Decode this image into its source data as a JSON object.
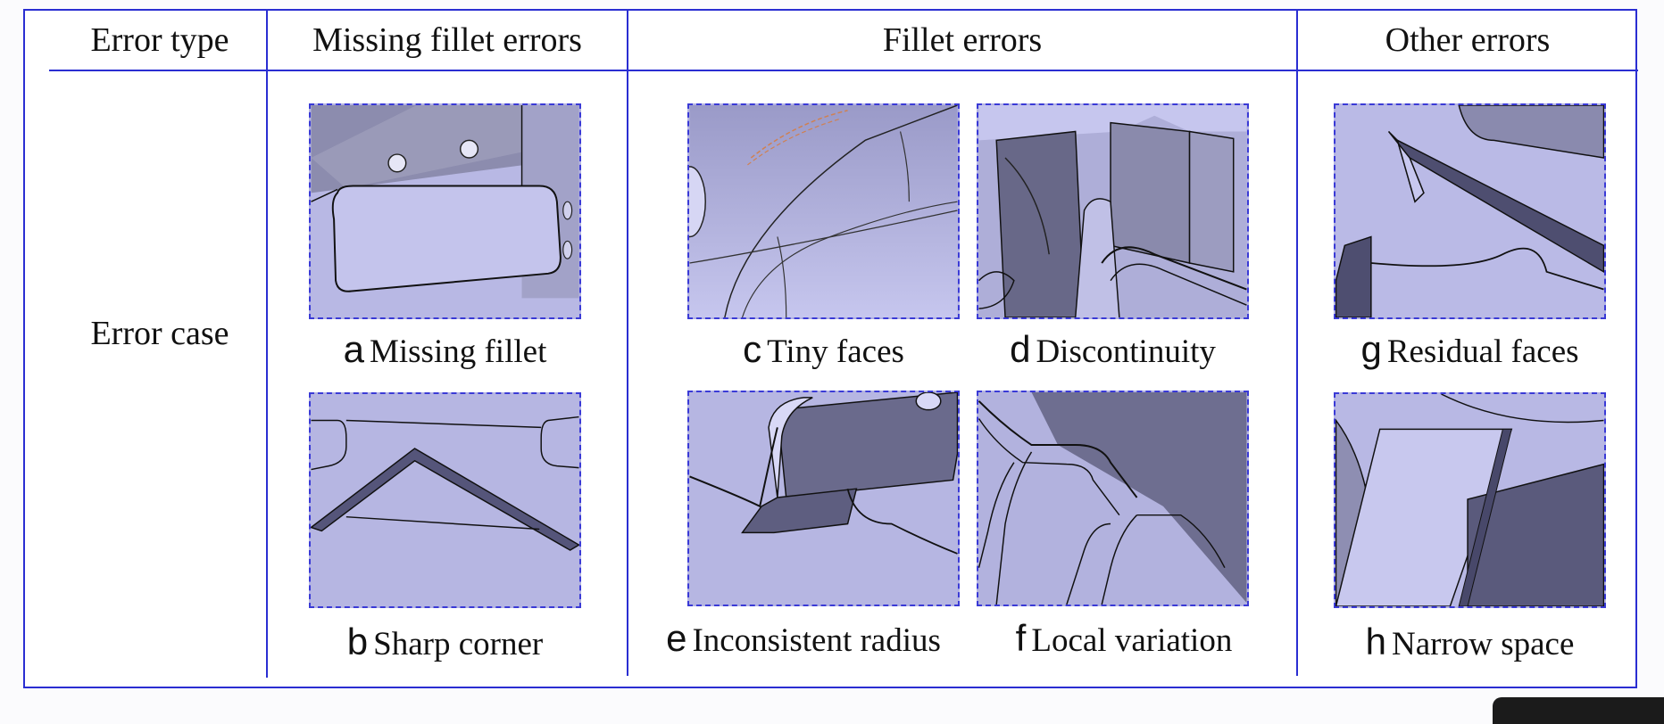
{
  "header": {
    "error_type": "Error type",
    "missing_fillet_errors": "Missing fillet errors",
    "fillet_errors": "Fillet errors",
    "other_errors": "Other errors"
  },
  "row_label": "Error case",
  "panels": [
    {
      "letter": "a",
      "caption": "Missing fillet"
    },
    {
      "letter": "b",
      "caption": "Sharp corner"
    },
    {
      "letter": "c",
      "caption": "Tiny faces"
    },
    {
      "letter": "d",
      "caption": "Discontinuity"
    },
    {
      "letter": "e",
      "caption": "Inconsistent radius"
    },
    {
      "letter": "f",
      "caption": "Local variation"
    },
    {
      "letter": "g",
      "caption": "Residual faces"
    },
    {
      "letter": "h",
      "caption": "Narrow space"
    }
  ],
  "colors": {
    "rule": "#2a2ed2",
    "panel_border": "#3a3ad6",
    "cad_surface": "#b4b4e2",
    "cad_dark": "#5a5a78"
  }
}
